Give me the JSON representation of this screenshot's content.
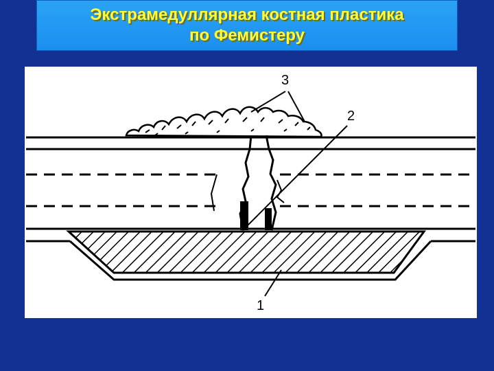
{
  "slide": {
    "background_color": "#123193",
    "title_box_color": "#1f95f2",
    "title_color": "#ffff33",
    "title_lines": [
      "Экстрамедуллярная костная пластика",
      "по Фемистеру"
    ]
  },
  "figure": {
    "labels": {
      "graft": "1",
      "fracture_line": "2",
      "callus": "3"
    }
  }
}
